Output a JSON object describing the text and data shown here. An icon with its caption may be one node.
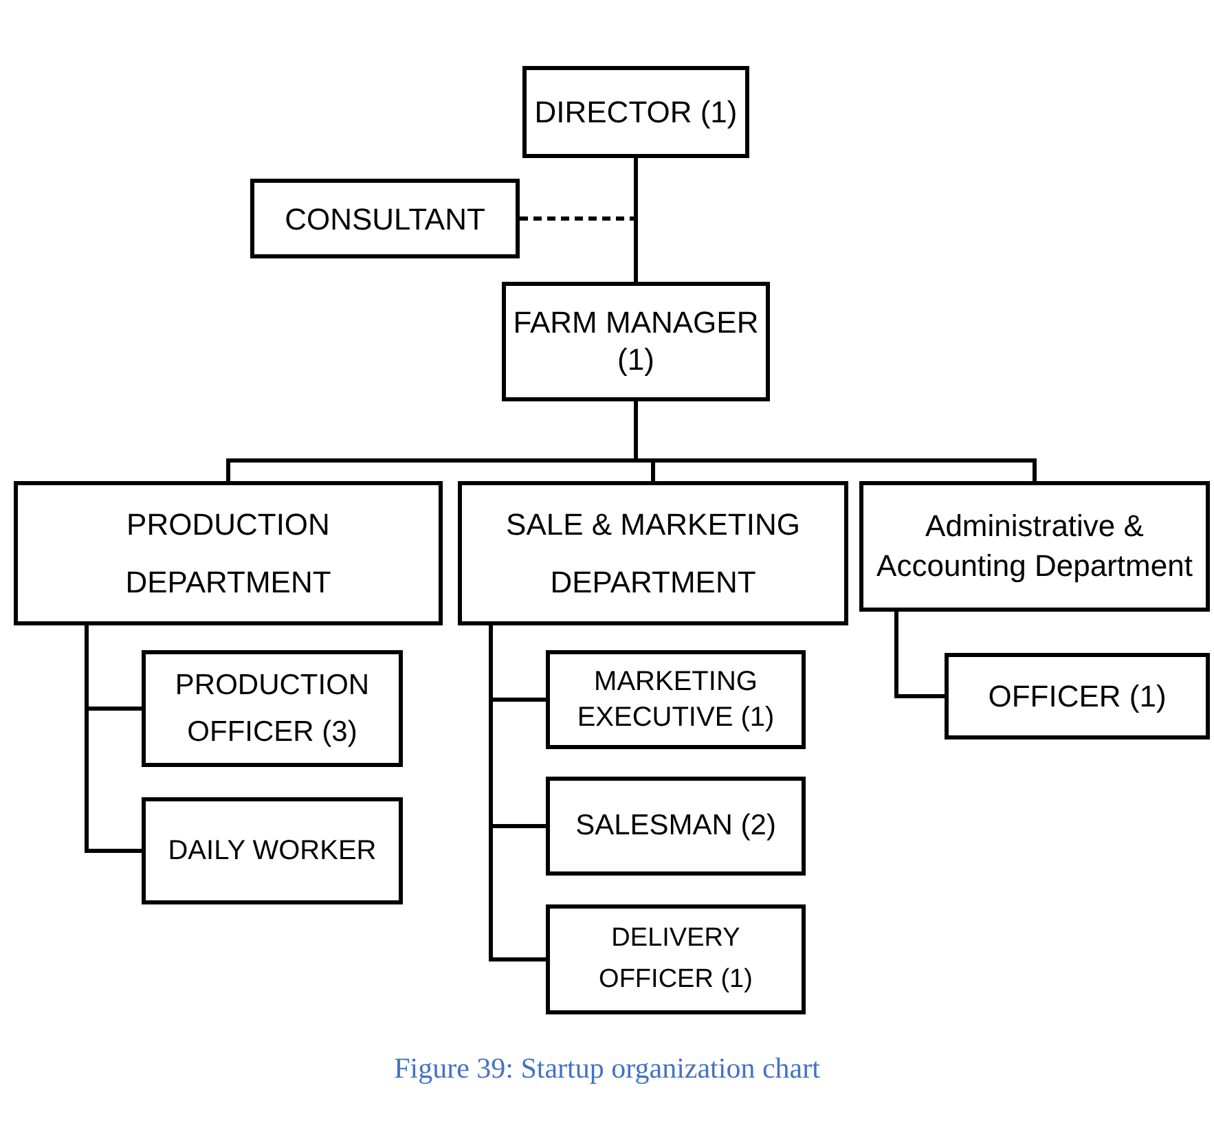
{
  "diagram": {
    "caption": "Figure 39: Startup organization chart",
    "nodes": [
      {
        "text": [
          "DIRECTOR (1)"
        ]
      },
      {
        "text": [
          "CONSULTANT"
        ]
      },
      {
        "text": [
          "FARM MANAGER (1)"
        ]
      },
      {
        "text": [
          "PRODUCTION DEPARTMENT"
        ]
      },
      {
        "text": [
          "SALE & MARKETING DEPARTMENT"
        ]
      },
      {
        "text": [
          "Administrative & Accounting Department"
        ]
      },
      {
        "text": [
          "PRODUCTION OFFICER (3)"
        ]
      },
      {
        "text": [
          "DAILY WORKER"
        ]
      },
      {
        "text": [
          "MARKETING EXECUTIVE (1)"
        ]
      },
      {
        "text": [
          "SALESMAN (2)"
        ]
      },
      {
        "text": [
          "DELIVERY OFFICER (1)"
        ]
      },
      {
        "text": [
          "OFFICER (1)"
        ]
      }
    ],
    "edges": [
      {
        "from": 0,
        "to": 2,
        "arrow": "none"
      },
      {
        "from": 1,
        "to": null,
        "arrow": "none",
        "style": "dashed"
      },
      {
        "from": 2,
        "to": 3,
        "arrow": "none"
      },
      {
        "from": 2,
        "to": 4,
        "arrow": "none"
      },
      {
        "from": 2,
        "to": 5,
        "arrow": "none"
      },
      {
        "from": 3,
        "to": 6,
        "arrow": "none"
      },
      {
        "from": 3,
        "to": 7,
        "arrow": "none"
      },
      {
        "from": 4,
        "to": 8,
        "arrow": "none"
      },
      {
        "from": 4,
        "to": 9,
        "arrow": "none"
      },
      {
        "from": 4,
        "to": 10,
        "arrow": "none"
      },
      {
        "from": 5,
        "to": 11,
        "arrow": "none"
      }
    ]
  }
}
